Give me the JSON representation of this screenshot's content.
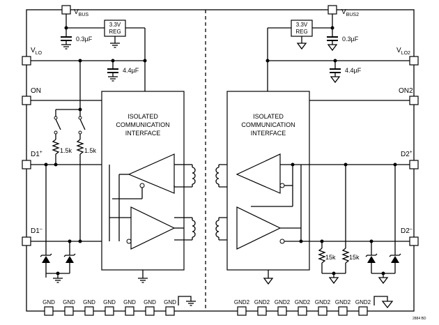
{
  "diagram": {
    "left": {
      "pins": {
        "vbus": "V",
        "vbus_sub": "BUS",
        "vlo": "V",
        "vlo_sub": "LO",
        "on": "ON",
        "d1p": "D1",
        "d1p_sup": "+",
        "d1m": "D1",
        "d1m_sup": "–"
      },
      "cap1": "0.3µF",
      "reg": [
        "3.3V",
        "REG"
      ],
      "cap2": "4.4µF",
      "res1": "1.5k",
      "res2": "1.5k",
      "block": [
        "ISOLATED",
        "COMMUNICATION",
        "INTERFACE"
      ],
      "gnd_pins": [
        "GND",
        "GND",
        "GND",
        "GND",
        "GND",
        "GND",
        "GND"
      ]
    },
    "right": {
      "pins": {
        "vbus": "V",
        "vbus_sub": "BUS2",
        "vlo": "V",
        "vlo_sub": "LO2",
        "on": "ON2",
        "d2p": "D2",
        "d2p_sup": "+",
        "d2m": "D2",
        "d2m_sup": "–"
      },
      "cap1": "0.3µF",
      "reg": [
        "3.3V",
        "REG"
      ],
      "cap2": "4.4µF",
      "res1": "15k",
      "res2": "15k",
      "block": [
        "ISOLATED",
        "COMMUNICATION",
        "INTERFACE"
      ],
      "gnd_pins": [
        "GND2",
        "GND2",
        "GND2",
        "GND2",
        "GND2",
        "GND2",
        "GND2"
      ]
    },
    "code": "2884 BD"
  }
}
